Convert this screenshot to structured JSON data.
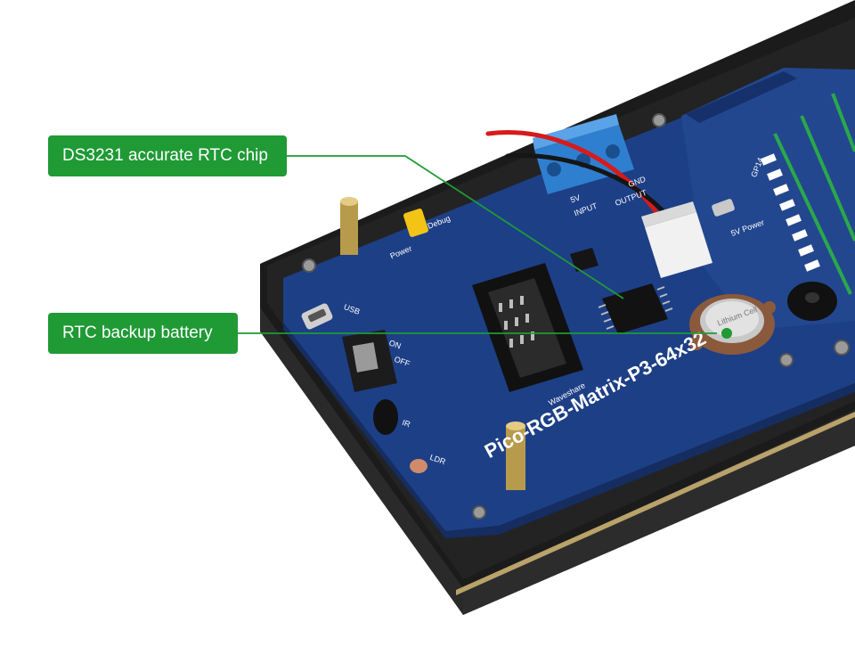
{
  "callouts": {
    "rtc_chip": "DS3231 accurate RTC chip",
    "backup_battery": "RTC backup battery"
  },
  "board": {
    "model_label": "Pico-RGB-Matrix-P3-64x32",
    "brand_label": "Waveshare",
    "usb_label": "USB",
    "debug_label": "Debug",
    "power_label": "Power",
    "power_5v_label": "5V Power",
    "on_label": "ON",
    "off_label": "OFF",
    "ir_label": "IR",
    "ldr_label": "LDR",
    "gp14_label": "GP14",
    "input_label": "INPUT",
    "output_label": "OUTPUT",
    "gnd_label": "GND",
    "v5_label": "5V",
    "battery_label": "Lithium Cell"
  },
  "colors": {
    "callout_green": "#1f9a35",
    "pcb_blue": "#1d3f86",
    "terminal_blue": "#2f7fd0",
    "frame_black": "#1b1b1b"
  }
}
